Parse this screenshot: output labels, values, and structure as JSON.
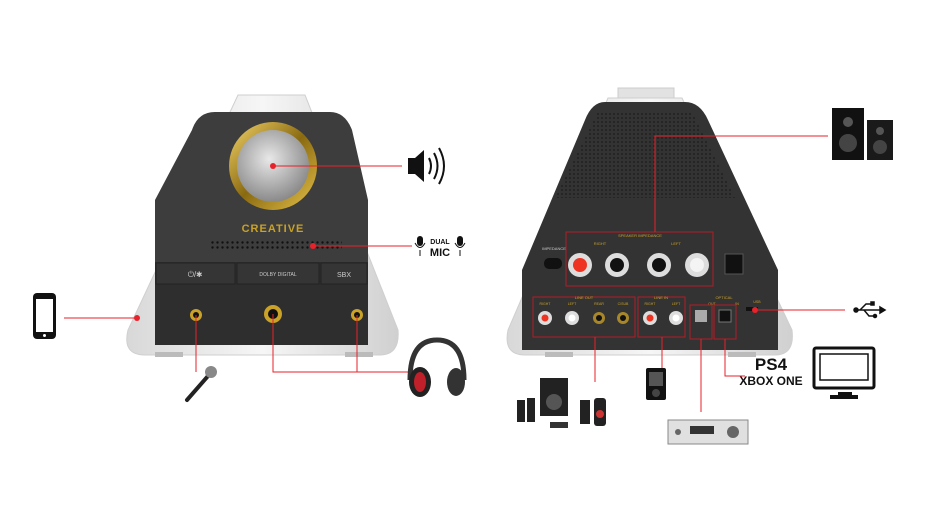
{
  "colors": {
    "line": "#e8222a",
    "body": "#eeeeee",
    "panel": "#3a3a3a",
    "gold": "#c9a227"
  },
  "front": {
    "brand": "CREATIVE",
    "buttons": [
      "⏻/✱",
      "DOLBY DIGITAL",
      "SBX"
    ],
    "dual_mic": [
      "DUAL",
      "MIC"
    ]
  },
  "rear": {
    "speaker_header": "SPEAKER IMPEDANCE",
    "impedance": "IMPEDANCE",
    "right": "RIGHT",
    "left": "LEFT",
    "line_out": "LINE OUT",
    "line_out_ch": [
      "RIGHT",
      "LEFT",
      "REAR",
      "C/SUB"
    ],
    "line_in": "LINE IN",
    "line_in_ch": [
      "RIGHT",
      "LEFT"
    ],
    "optical": "OPTICAL",
    "optical_ch": [
      "OUT",
      "IN"
    ],
    "usb": "USB"
  },
  "consoles": [
    "PS4",
    "XBOX ONE"
  ],
  "icons": [
    "volume-icon",
    "smartphone-icon",
    "microphone-icon",
    "headphones-icon",
    "bookshelf-speakers-icon",
    "surround-speakers-icon",
    "music-player-icon",
    "av-receiver-icon",
    "tv-icon",
    "usb-icon"
  ]
}
